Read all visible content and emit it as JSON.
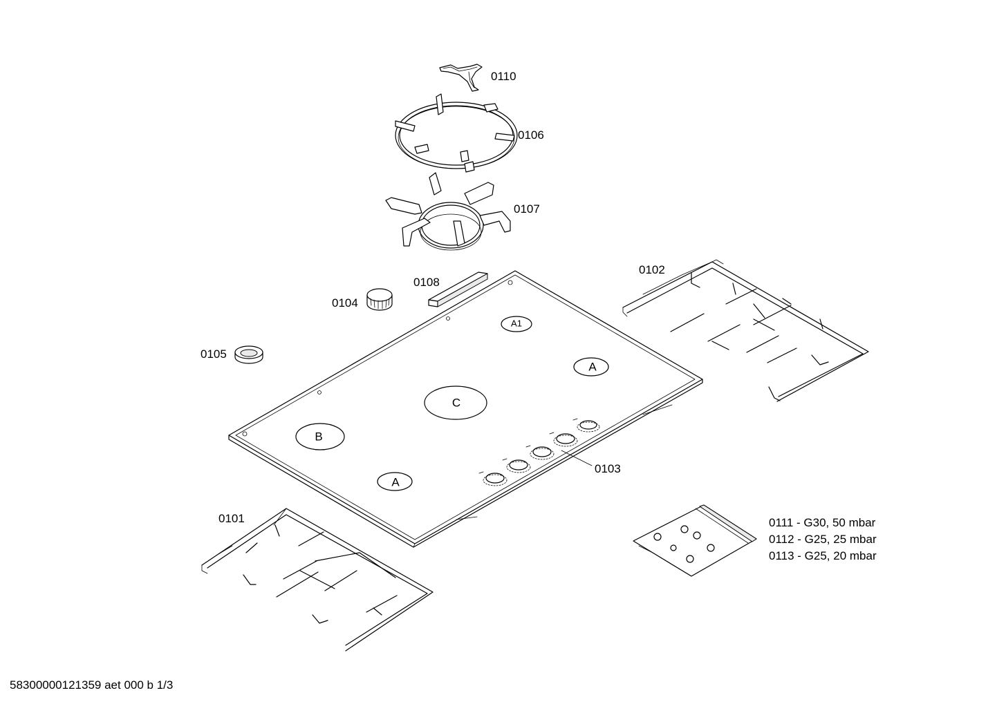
{
  "parts": {
    "p0110": "0110",
    "p0106": "0106",
    "p0107": "0107",
    "p0108": "0108",
    "p0104": "0104",
    "p0105": "0105",
    "p0102": "0102",
    "p0103": "0103",
    "p0101": "0101"
  },
  "zones": {
    "a1": "A1",
    "a_right": "A",
    "c": "C",
    "b": "B",
    "a_left": "A"
  },
  "injector_kits": [
    "0111 - G30, 50 mbar",
    "0112 - G25, 25 mbar",
    "0113 - G25, 20 mbar"
  ],
  "footer": {
    "document_code": "58300000121359 aet 000 b 1/3"
  }
}
